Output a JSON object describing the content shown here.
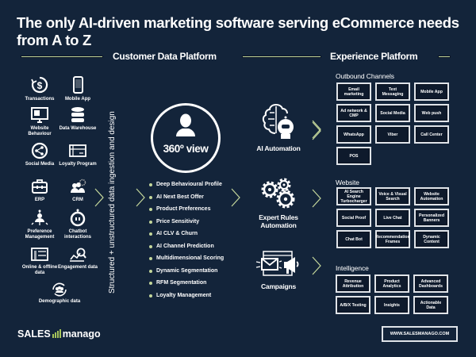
{
  "title": "The only AI-driven marketing software serving eCommerce needs from A to Z",
  "sections": {
    "cdp": "Customer Data Platform",
    "experience": "Experience Platform"
  },
  "colors": {
    "background": "#13243a",
    "accent": "#c4d79b",
    "text": "#ffffff"
  },
  "data_sources": [
    {
      "label": "Transactions",
      "icon": "dollar-cycle-icon"
    },
    {
      "label": "Mobile App",
      "icon": "smartphone-icon"
    },
    {
      "label": "Website Behaviour",
      "icon": "monitor-icon"
    },
    {
      "label": "Data Warehouse",
      "icon": "database-icon"
    },
    {
      "label": "Social Media",
      "icon": "share-icon"
    },
    {
      "label": "Loyalty Program",
      "icon": "gift-card-icon"
    },
    {
      "label": "ERP",
      "icon": "briefcase-icon"
    },
    {
      "label": "CRM",
      "icon": "people-gear-icon"
    },
    {
      "label": "Preference Management",
      "icon": "user-network-icon"
    },
    {
      "label": "Chatbot interactions",
      "icon": "robot-head-icon"
    },
    {
      "label": "Online & offline data",
      "icon": "browser-window-icon"
    },
    {
      "label": "Engagement data",
      "icon": "chart-magnifier-icon"
    },
    {
      "label": "Demographic data",
      "icon": "group-cycle-icon"
    }
  ],
  "ingestion_label": "Structured + unstructured data ingestion and design",
  "view_360": {
    "label": "360º view",
    "icon": "user-silhouette-icon"
  },
  "features": [
    "Deep Behavioural Profile",
    "AI Next Best Offer",
    "Product Preferences",
    "Price Sensitivity",
    "AI  CLV & Churn",
    "AI Channel Prediction",
    "Multidimensional Scoring",
    "Dynamic Segmentation",
    "RFM Segmentation",
    "Loyalty Management"
  ],
  "engines": [
    {
      "label": "AI Automation",
      "icon": "brain-robot-icon"
    },
    {
      "label": "Expert Rules Automation",
      "icon": "gears-icon"
    },
    {
      "label": "Campaigns",
      "icon": "envelope-megaphone-icon"
    }
  ],
  "groups": {
    "outbound": {
      "title": "Outbound Channels",
      "items": [
        "Email marketing",
        "Text Messaging",
        "Mobile App",
        "Ad network & CMP",
        "Social Media",
        "Web push",
        "WhatsApp",
        "Viber",
        "Call Center",
        "POS"
      ]
    },
    "website": {
      "title": "Website",
      "items": [
        "AI Search Engine Turbocharger",
        "Voice & Visual Search",
        "Website Automation",
        "Social Proof",
        "Live Chat",
        "Personalized Banners",
        "Chat Bot",
        "Recommendation Frames",
        "Dynamic Content"
      ]
    },
    "intelligence": {
      "title": "Intelligence",
      "items": [
        "Revenue Attribution",
        "Product Analytics",
        "Advanced Dashboards",
        "A/B/X Testing",
        "Insights",
        "Actionable Data"
      ]
    }
  },
  "footer": {
    "logo_left": "SALES",
    "logo_right": "manago",
    "url": "WWW.SALESMANAGO.COM"
  }
}
